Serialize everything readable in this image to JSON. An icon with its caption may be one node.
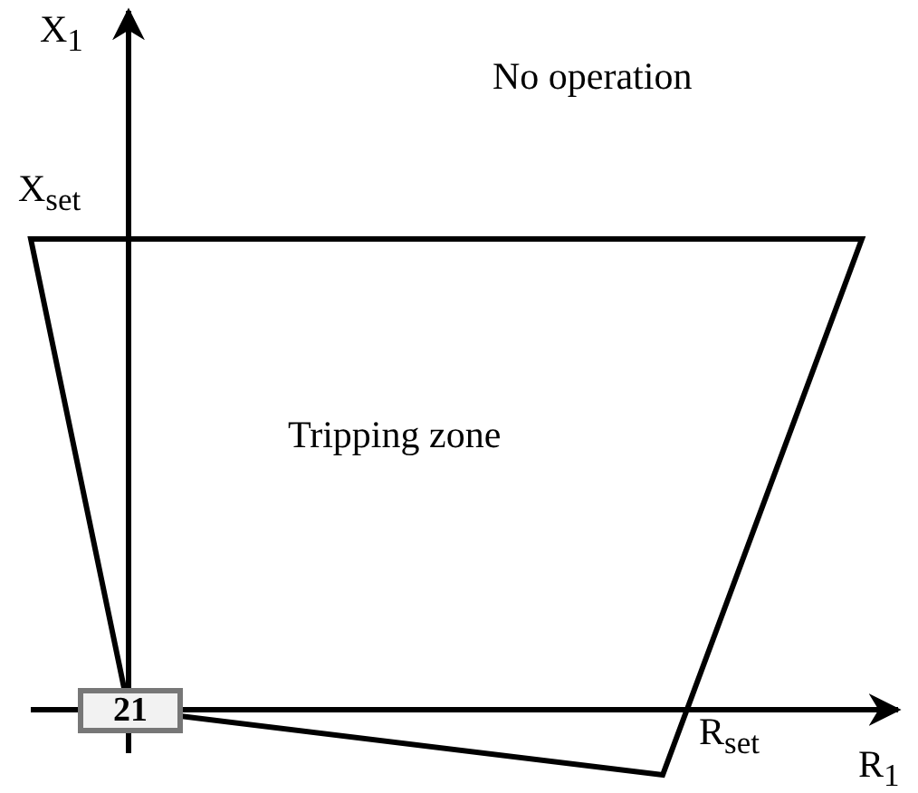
{
  "diagram": {
    "nodes": [
      {
        "text": [
          "Tripping zone"
        ]
      },
      {
        "text": [
          "21"
        ]
      }
    ],
    "labels": [
      "X$_{1}$",
      "No operation",
      "X$_{set}$",
      "R$_{set}$",
      "R$_{1}$"
    ]
  }
}
